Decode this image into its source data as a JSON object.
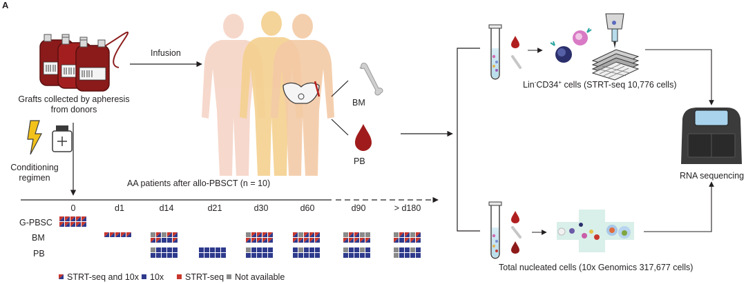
{
  "panel_label": "A",
  "grafts_label": [
    "Grafts collected by apheresis",
    "from donors"
  ],
  "infusion_label": "Infusion",
  "conditioning_label": [
    "Conditioning",
    "regimen"
  ],
  "patients_label": "AA patients after allo-PBSCT (n = 10)",
  "bm_label": "BM",
  "pb_label": "PB",
  "lin_cells": {
    "prefix": "Lin",
    "sup1": "-",
    "mid": "CD34",
    "sup2": "+",
    "suffix": " cells  (STRT-seq 10,776 cells)"
  },
  "total_cells_label": "Total nucleated cells (10x Genomics 317,677 cells)",
  "rna_label": "RNA sequencing",
  "timepoints": [
    "0",
    "d1",
    "d14",
    "d21",
    "d30",
    "d60",
    "d90",
    "> d180"
  ],
  "row_labels": [
    "G-PBSC",
    "BM",
    "PB"
  ],
  "legend": [
    {
      "label": "STRT-seq and 10x",
      "kind": "both"
    },
    {
      "label": "10x",
      "kind": "tenx"
    },
    {
      "label": "STRT-seq",
      "kind": "strt"
    },
    {
      "label": "Not available",
      "kind": "na"
    }
  ],
  "colors": {
    "tenx": "#2e3a8c",
    "strt": "#c8372d",
    "na": "#8a8a8a",
    "blood": "#a01c1c",
    "bag": "#8b1a1a",
    "body_pink": "#f6d2c4",
    "body_yellow": "#f3cf8c",
    "body_peach": "#f2c8a2",
    "bone": "#c9c9c9"
  },
  "sample_matrix": {
    "G-PBSC": {
      "0": [
        "both",
        "both",
        "both",
        "both",
        "both",
        "both",
        "both",
        "both",
        "both",
        "both"
      ]
    },
    "BM": {
      "d1": [
        "both",
        "both",
        "both",
        "both",
        "both"
      ],
      "d14": [
        "na",
        "both",
        "na",
        "both",
        "both",
        "both",
        "both",
        "tenx",
        "tenx",
        "both"
      ],
      "d30": [
        "na",
        "both",
        "both",
        "both",
        "both",
        "both",
        "both",
        "both",
        "both",
        "both"
      ],
      "d60": [
        "both",
        "na",
        "both",
        "both",
        "both",
        "both",
        "both",
        "both",
        "both",
        "both"
      ],
      "d90": [
        "na",
        "both",
        "both",
        "na",
        "na",
        "both",
        "both",
        "both",
        "both",
        "both"
      ],
      "> d180": [
        "na",
        "both",
        "both",
        "na",
        "both",
        "both",
        "tenx",
        "both",
        "both",
        "both"
      ]
    },
    "PB": {
      "d14": [
        "na",
        "tenx",
        "tenx",
        "tenx",
        "tenx",
        "tenx",
        "tenx",
        "tenx",
        "tenx",
        "tenx"
      ],
      "d21": [
        "tenx",
        "tenx",
        "tenx",
        "tenx",
        "tenx",
        "tenx",
        "tenx",
        "tenx",
        "tenx",
        "tenx"
      ],
      "d30": [
        "na",
        "tenx",
        "tenx",
        "tenx",
        "tenx",
        "tenx",
        "tenx",
        "tenx",
        "tenx",
        "tenx"
      ],
      "d60": [
        "tenx",
        "na",
        "tenx",
        "tenx",
        "tenx",
        "tenx",
        "tenx",
        "tenx",
        "tenx",
        "tenx"
      ],
      "d90": [
        "na",
        "tenx",
        "tenx",
        "na",
        "tenx",
        "tenx",
        "tenx",
        "tenx",
        "tenx",
        "tenx"
      ],
      "> d180": [
        "na",
        "tenx",
        "tenx",
        "na",
        "tenx",
        "na",
        "tenx",
        "tenx",
        "tenx",
        "tenx"
      ]
    }
  }
}
